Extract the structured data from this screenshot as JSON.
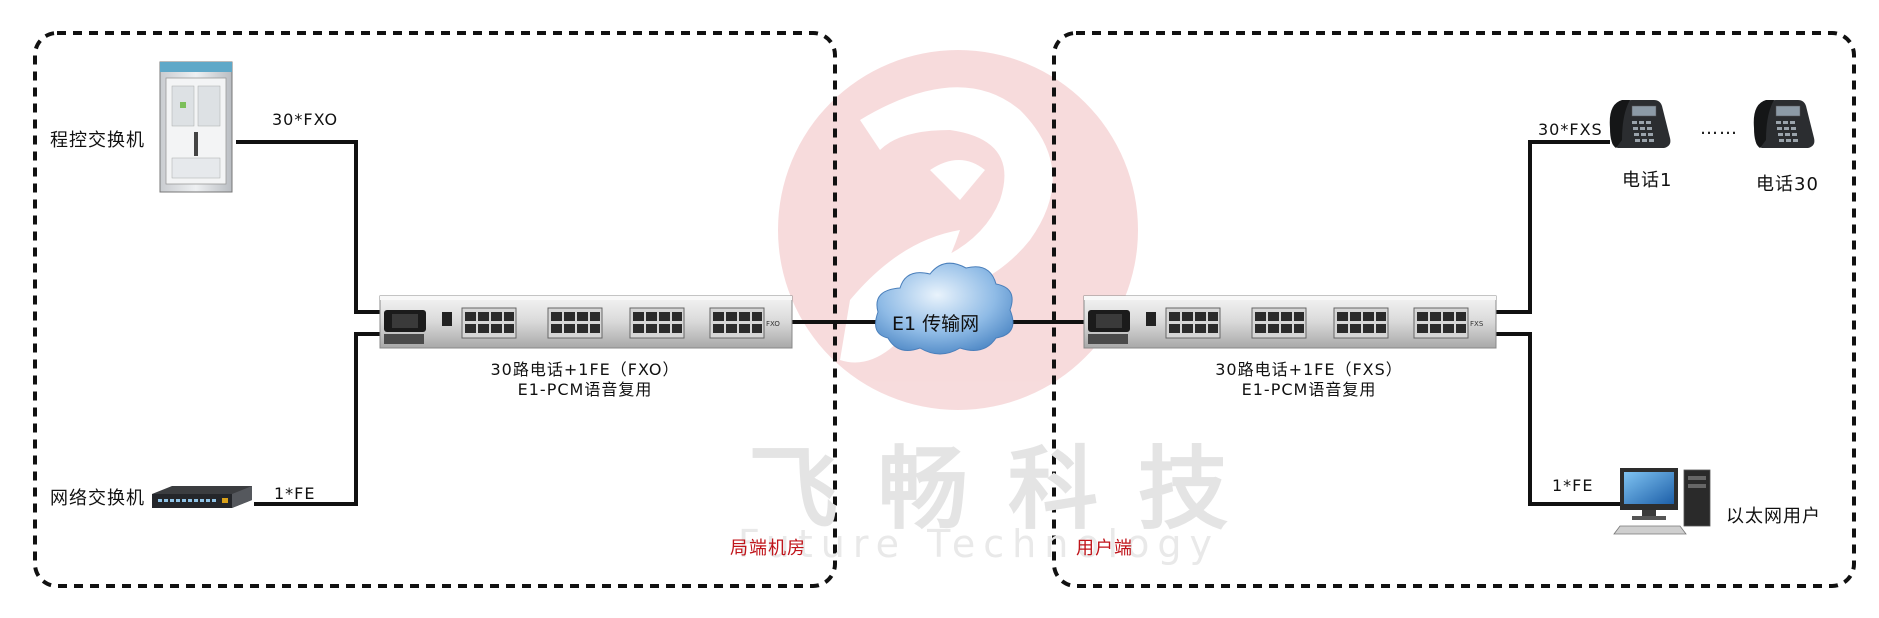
{
  "watermark": {
    "cn": "飞畅科技",
    "en": "Future Technology"
  },
  "left_site": {
    "label": "局端机房",
    "pbx": {
      "name": "程控交换机",
      "port": "30*FXO"
    },
    "switch": {
      "name": "网络交换机",
      "port": "1*FE"
    },
    "device": {
      "line1": "30路电话+1FE（FXO）",
      "line2": "E1-PCM语音复用",
      "panel_tag": "FXO"
    }
  },
  "network": {
    "cloud_label": "E1 传输网"
  },
  "right_site": {
    "label": "用户端",
    "phones": {
      "port": "30*FXS",
      "phone1": "电话1",
      "dots": "……",
      "phone30": "电话30"
    },
    "pc": {
      "name": "以太网用户",
      "port": "1*FE"
    },
    "device": {
      "line1": "30路电话+1FE（FXS）",
      "line2": "E1-PCM语音复用",
      "panel_tag": "FXS"
    }
  },
  "colors": {
    "line": "#111111",
    "site_label": "#c0151b",
    "watermark": "#f2c4c6",
    "cloud": "#5f97cf"
  }
}
